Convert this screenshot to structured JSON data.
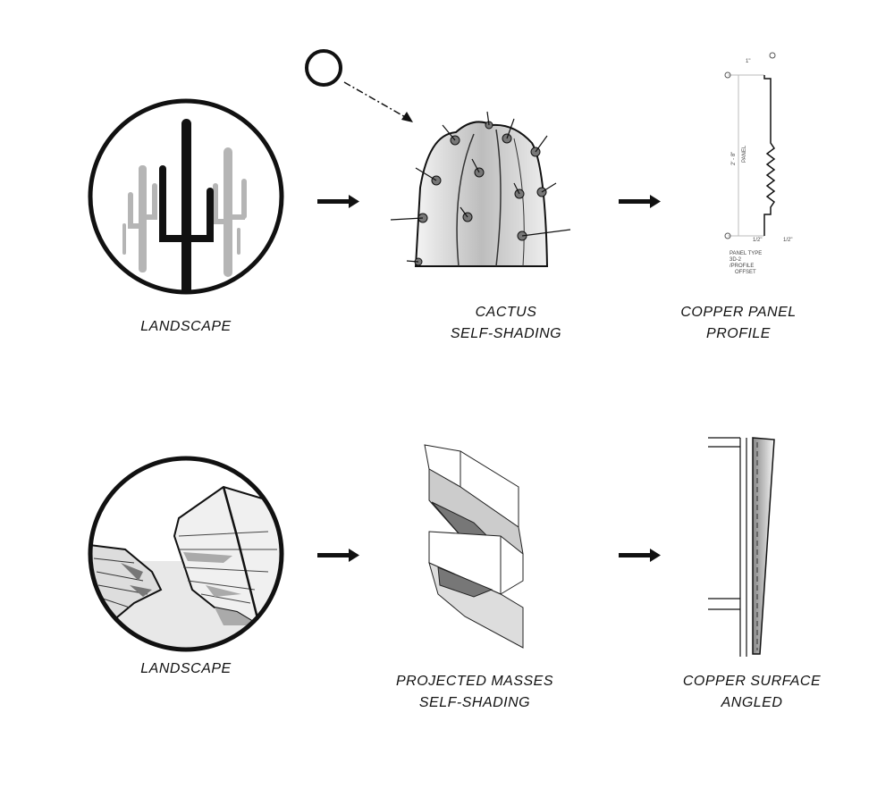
{
  "top_row": {
    "landscape_label": "LANDSCAPE",
    "cactus_label_1": "CACTUS",
    "cactus_label_2": "SELF-SHADING",
    "panel_label_1": "COPPER PANEL",
    "panel_label_2": "PROFILE",
    "profile_annotations": {
      "top_dim": "1\"",
      "height_dim": "2' - 8\"",
      "panel_text": "PANEL",
      "bottom_dim_left": "1/2\"",
      "bottom_dim_right": "1/2\"",
      "note_1": "PANEL TYPE",
      "note_2": "3D-2",
      "note_3": "/PROFILE",
      "note_4": "OFFSET"
    }
  },
  "bottom_row": {
    "landscape_label": "LANDSCAPE",
    "masses_label_1": "PROJECTED MASSES",
    "masses_label_2": "SELF-SHADING",
    "surface_label_1": "COPPER SURFACE",
    "surface_label_2": "ANGLED"
  },
  "colors": {
    "ink": "#111111",
    "grey": "#b0b0b0",
    "light": "#e6e6e6"
  }
}
